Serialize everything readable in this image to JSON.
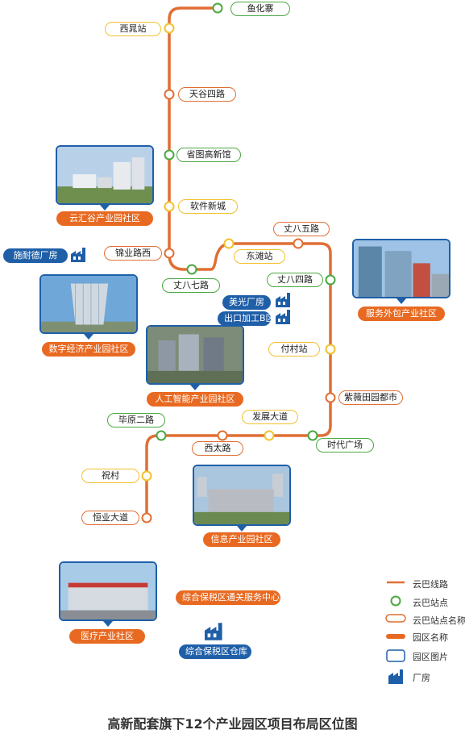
{
  "colors": {
    "line": "#e06f34",
    "station_green": "#49a942",
    "station_yellow": "#f2c12e",
    "station_red": "#e06f34",
    "park": "#e86a22",
    "factory": "#1f5fa8",
    "photo_border": "#1f5fa8"
  },
  "stations": [
    {
      "id": "yuhuazhai",
      "name": "鱼化寨",
      "color": "green"
    },
    {
      "id": "xihuang",
      "name": "西晁站",
      "color": "yellow"
    },
    {
      "id": "tiangu4",
      "name": "天谷四路",
      "color": "red"
    },
    {
      "id": "shengtu",
      "name": "省图高新馆",
      "color": "green"
    },
    {
      "id": "ruanjian",
      "name": "软件新城",
      "color": "yellow"
    },
    {
      "id": "jinye",
      "name": "锦业路西",
      "color": "red"
    },
    {
      "id": "zhangba7",
      "name": "丈八七路",
      "color": "green"
    },
    {
      "id": "dongtan",
      "name": "东滩站",
      "color": "yellow"
    },
    {
      "id": "zhangba5",
      "name": "丈八五路",
      "color": "red"
    },
    {
      "id": "zhangba4",
      "name": "丈八四路",
      "color": "green"
    },
    {
      "id": "fucun",
      "name": "付村站",
      "color": "yellow"
    },
    {
      "id": "ziwei",
      "name": "紫薇田园都市",
      "color": "red"
    },
    {
      "id": "shidai",
      "name": "时代广场",
      "color": "green"
    },
    {
      "id": "fazhan",
      "name": "发展大道",
      "color": "yellow"
    },
    {
      "id": "xitai",
      "name": "西太路",
      "color": "red"
    },
    {
      "id": "biyuan2",
      "name": "毕原二路",
      "color": "green"
    },
    {
      "id": "zhucun",
      "name": "祝村",
      "color": "yellow"
    },
    {
      "id": "hengye",
      "name": "恒业大道",
      "color": "red"
    }
  ],
  "parks": [
    {
      "id": "yunhuigu",
      "name": "云汇谷产业园社区"
    },
    {
      "id": "fuwuwaibao",
      "name": "服务外包产业社区"
    },
    {
      "id": "shuzijingji",
      "name": "数字经济产业园社区"
    },
    {
      "id": "rengongzhineng",
      "name": "人工智能产业园社区"
    },
    {
      "id": "xinxi",
      "name": "信息产业园社区"
    },
    {
      "id": "yiliao",
      "name": "医疗产业社区"
    },
    {
      "id": "baoshui_center",
      "name": "综合保税区通关服务中心"
    }
  ],
  "factories": [
    {
      "id": "shinaide",
      "name": "施耐德厂房"
    },
    {
      "id": "meiguang",
      "name": "美光厂房"
    },
    {
      "id": "chukou",
      "name": "出口加工B区"
    },
    {
      "id": "baoshui_ware",
      "name": "综合保税区仓库"
    }
  ],
  "legend": [
    {
      "key": "line",
      "label": "云巴线路"
    },
    {
      "key": "station",
      "label": "云巴站点"
    },
    {
      "key": "station_name",
      "label": "云巴站点名称"
    },
    {
      "key": "park_name",
      "label": "园区名称"
    },
    {
      "key": "park_photo",
      "label": "园区图片"
    },
    {
      "key": "factory",
      "label": "厂房"
    }
  ],
  "title": "高新配套旗下12个产业园区项目布局区位图"
}
